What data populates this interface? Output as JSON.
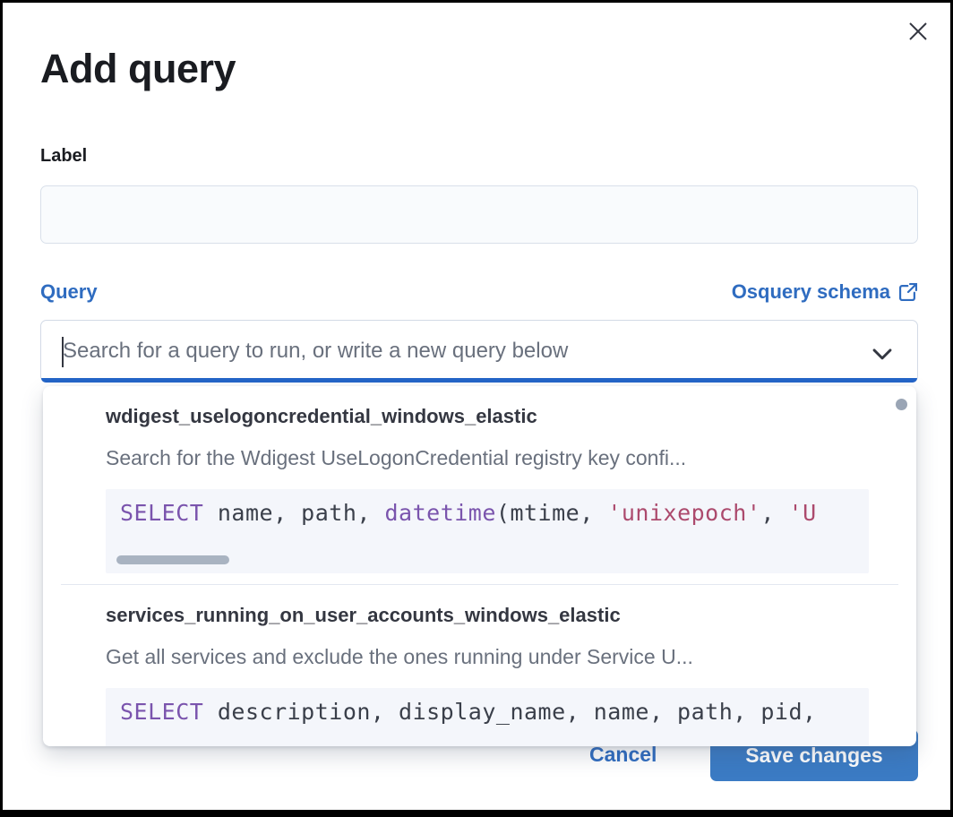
{
  "modal": {
    "title": "Add query"
  },
  "form": {
    "label_field": {
      "label": "Label",
      "value": "",
      "placeholder": ""
    },
    "query_field": {
      "label": "Query",
      "schema_link_label": "Osquery schema",
      "search_placeholder": "Search for a query to run, or write a new query below",
      "search_value": ""
    }
  },
  "dropdown": {
    "options": [
      {
        "title": "wdigest_uselogoncredential_windows_elastic",
        "description": "Search for the Wdigest UseLogonCredential registry key confi...",
        "code_tokens": [
          {
            "t": "SELECT",
            "c": "kw"
          },
          {
            "t": " name, path, ",
            "c": "pl"
          },
          {
            "t": "datetime",
            "c": "kw"
          },
          {
            "t": "(mtime, ",
            "c": "pl"
          },
          {
            "t": "'unixepoch'",
            "c": "str"
          },
          {
            "t": ", ",
            "c": "pl"
          },
          {
            "t": "'U",
            "c": "str"
          }
        ]
      },
      {
        "title": "services_running_on_user_accounts_windows_elastic",
        "description": "Get all services and exclude the ones running under Service U...",
        "code_tokens": [
          {
            "t": "SELECT",
            "c": "kw"
          },
          {
            "t": " description, display_name, name, path, pid,",
            "c": "pl"
          }
        ]
      }
    ]
  },
  "footer": {
    "cancel_label": "Cancel",
    "save_label": "Save changes"
  },
  "icons": {
    "close": "close-icon",
    "external_link": "external-link-icon",
    "chevron_down": "chevron-down-icon"
  },
  "colors": {
    "link_blue": "#2f6cc0",
    "focus_blue": "#2465c8",
    "primary_button_blue": "#3b7bc4",
    "keyword_purple": "#7a54ad",
    "string_pink": "#ac4a6d",
    "text_dark": "#343741",
    "text_muted": "#69707d",
    "code_background": "#f4f6fb"
  }
}
